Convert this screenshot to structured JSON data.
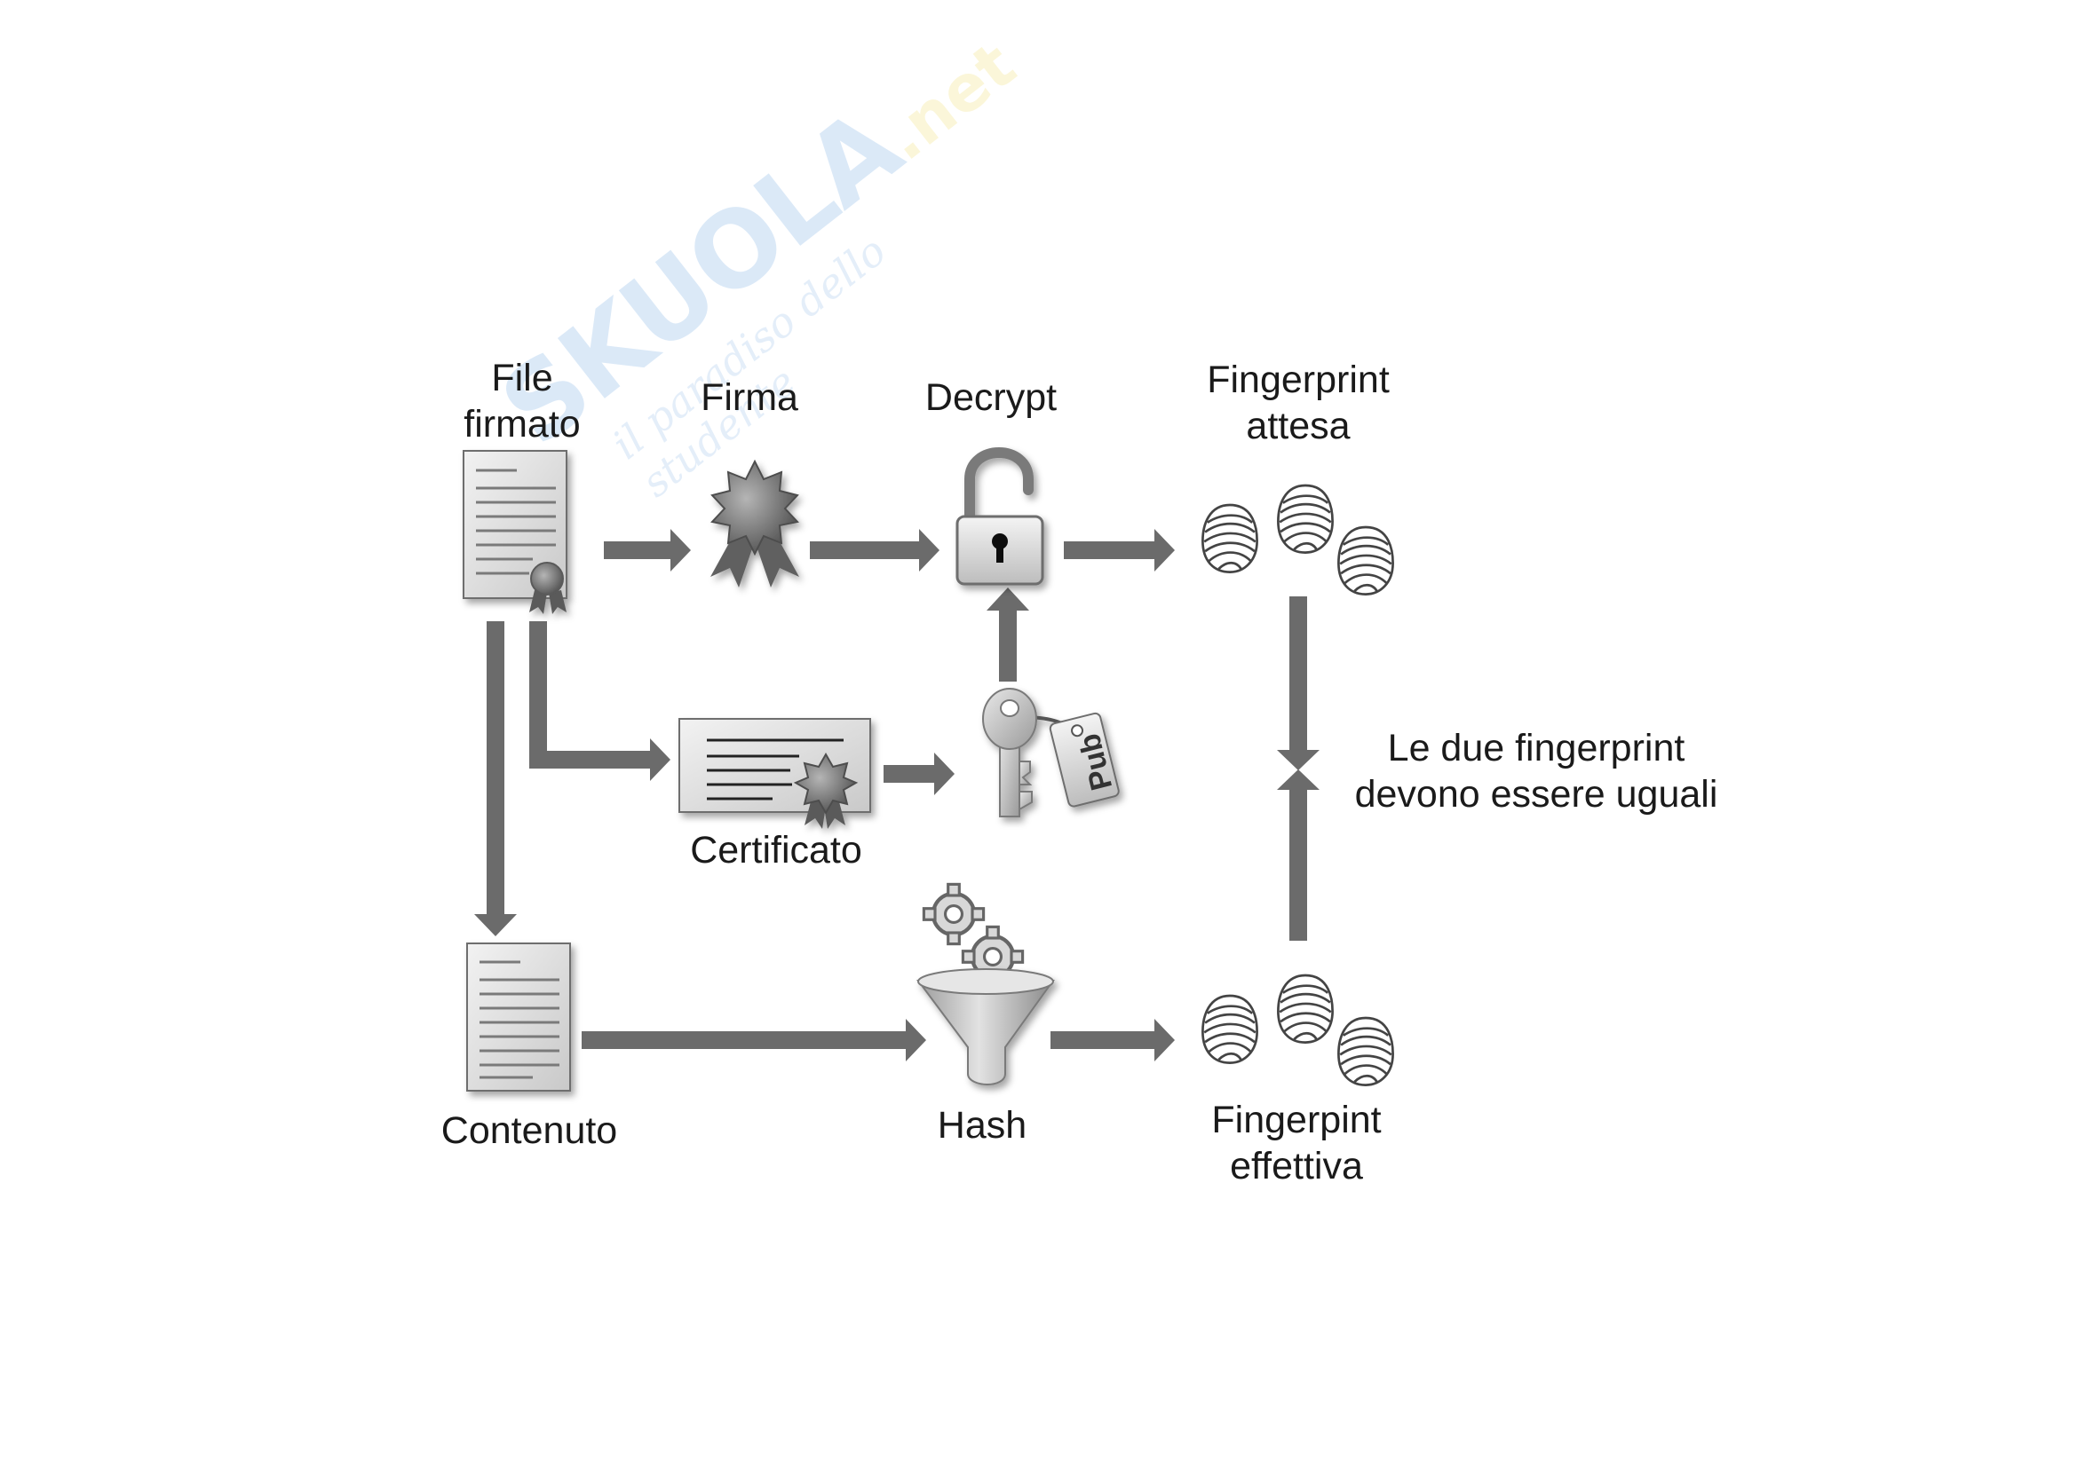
{
  "watermark": {
    "logo": "SKUOLA",
    "logo_suffix": ".net",
    "tagline": "il paradiso dello studente"
  },
  "nodes": {
    "file_firmato": {
      "line1": "File",
      "line2": "firmato",
      "icon": "signed-document-icon"
    },
    "firma": {
      "label": "Firma",
      "icon": "seal-ribbon-icon"
    },
    "decrypt": {
      "label": "Decrypt",
      "icon": "open-padlock-icon"
    },
    "fingerprint_attesa": {
      "line1": "Fingerprint",
      "line2": "attesa",
      "icon": "fingerprints-icon"
    },
    "certificato": {
      "label": "Certificato",
      "icon": "certificate-icon"
    },
    "public_key": {
      "tag": "Pub",
      "icon": "key-with-tag-icon"
    },
    "contenuto": {
      "label": "Contenuto",
      "icon": "document-icon"
    },
    "hash": {
      "label": "Hash",
      "icon": "funnel-gears-icon"
    },
    "fingerprint_effettiva": {
      "line1": "Fingerpint",
      "line2": "effettiva",
      "icon": "fingerprints-icon"
    }
  },
  "note": {
    "line1": "Le due fingerprint",
    "line2": "devono essere uguali"
  },
  "colors": {
    "arrow": "#6b6b6b",
    "text": "#1a1a1a",
    "icon_fill": "#d4d4d4",
    "icon_stroke": "#6e6e6e"
  }
}
